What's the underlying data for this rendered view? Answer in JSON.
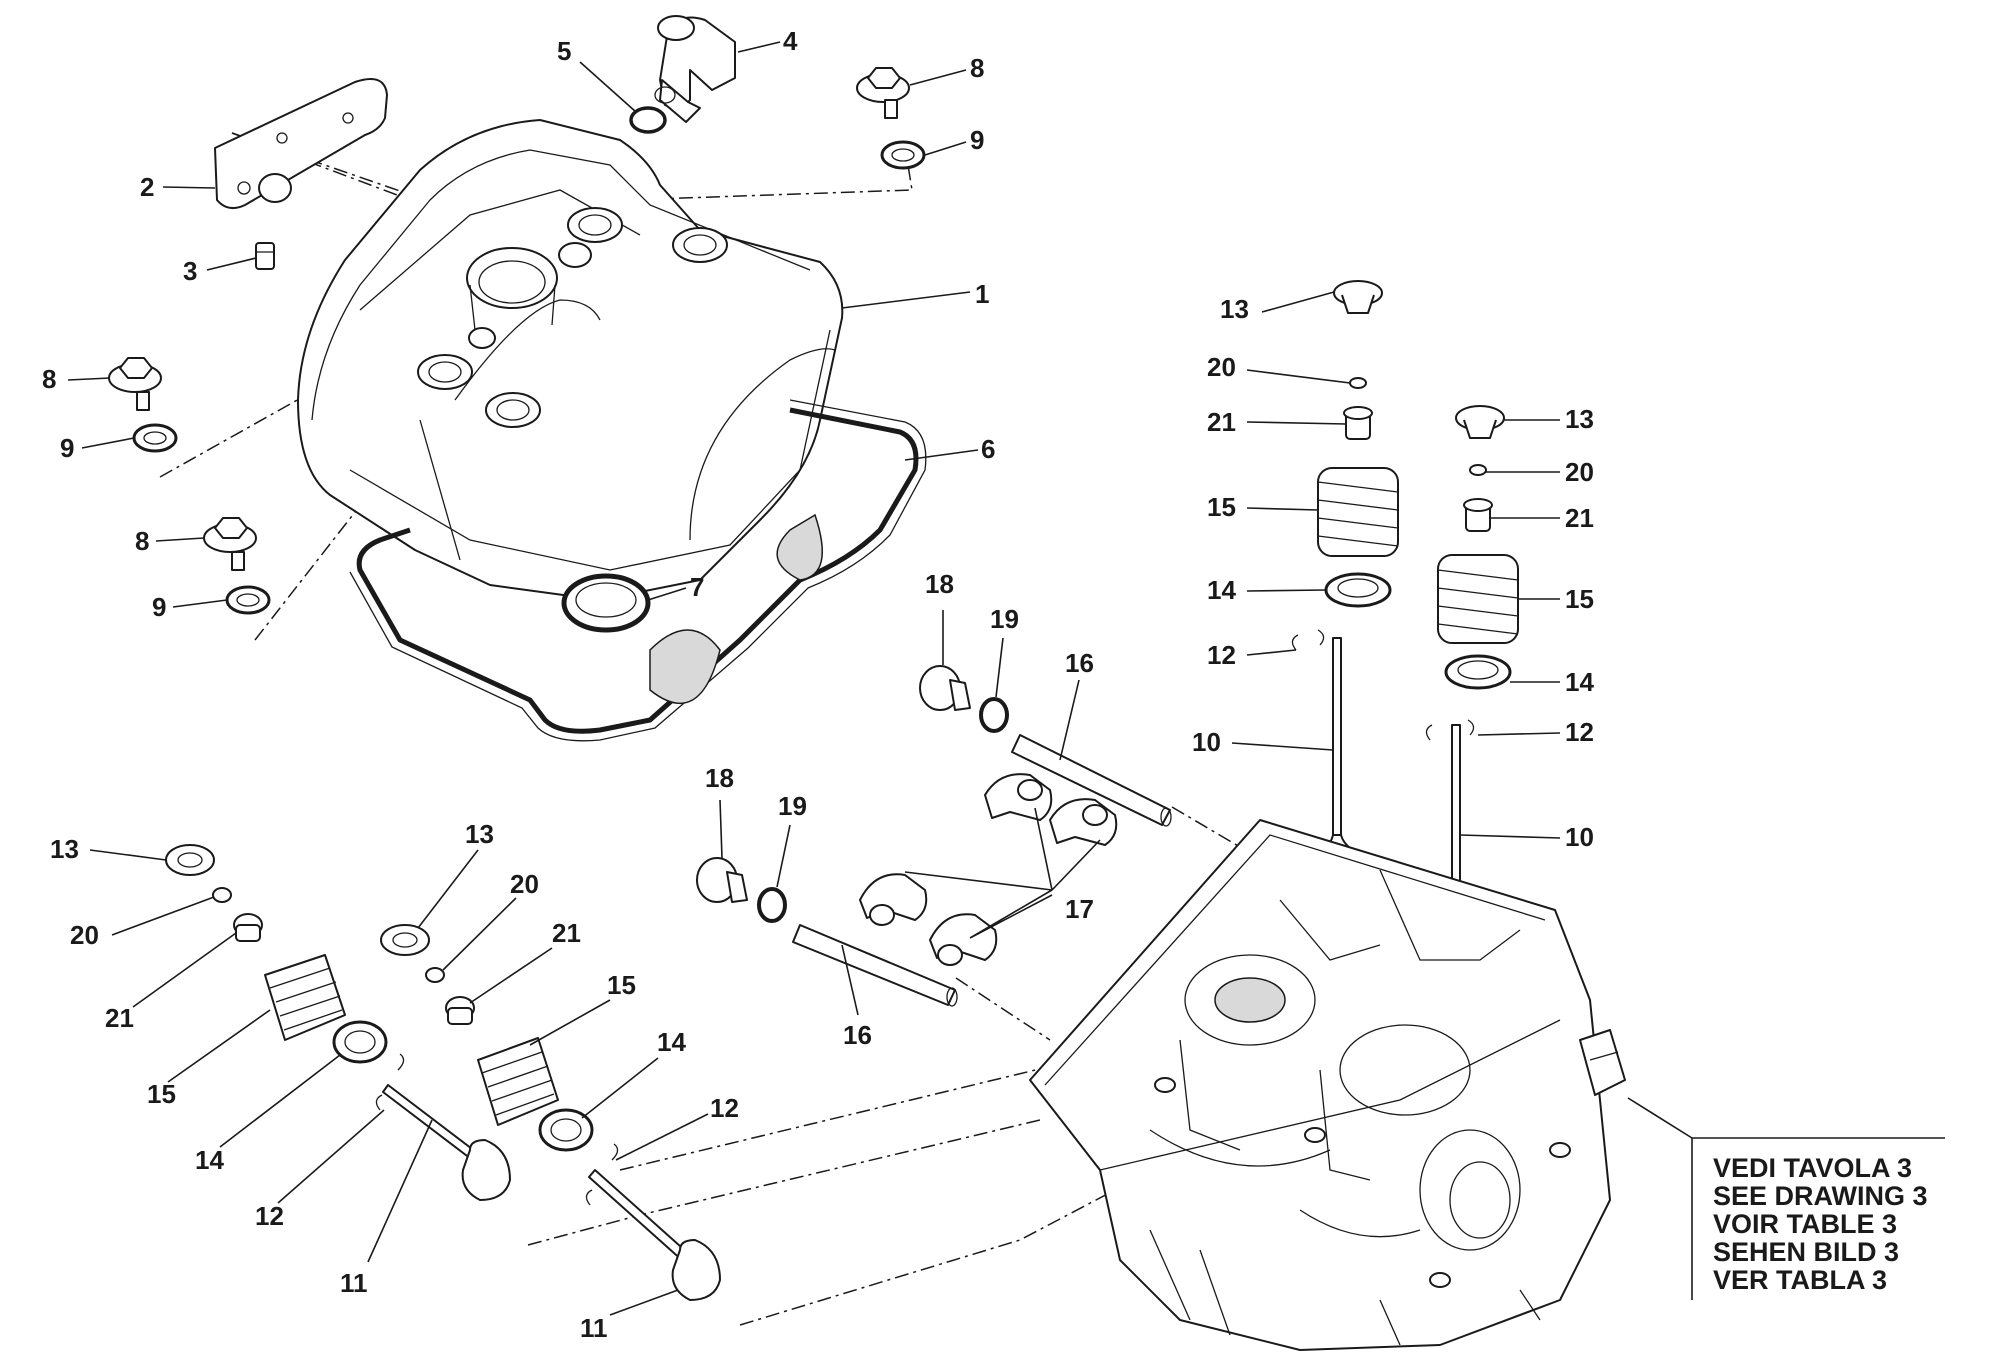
{
  "callouts": [
    {
      "id": "c1",
      "text": "1"
    },
    {
      "id": "c2",
      "text": "2"
    },
    {
      "id": "c3",
      "text": "3"
    },
    {
      "id": "c4",
      "text": "4"
    },
    {
      "id": "c5",
      "text": "5"
    },
    {
      "id": "c6",
      "text": "6"
    },
    {
      "id": "c7",
      "text": "7"
    },
    {
      "id": "c8a",
      "text": "8"
    },
    {
      "id": "c8b",
      "text": "8"
    },
    {
      "id": "c8c",
      "text": "8"
    },
    {
      "id": "c9a",
      "text": "9"
    },
    {
      "id": "c9b",
      "text": "9"
    },
    {
      "id": "c9c",
      "text": "9"
    },
    {
      "id": "c13a",
      "text": "13"
    },
    {
      "id": "c20a",
      "text": "20"
    },
    {
      "id": "c21a",
      "text": "21"
    },
    {
      "id": "c15a",
      "text": "15"
    },
    {
      "id": "c14a",
      "text": "14"
    },
    {
      "id": "c12a",
      "text": "12"
    },
    {
      "id": "c10a",
      "text": "10"
    },
    {
      "id": "c13b",
      "text": "13"
    },
    {
      "id": "c20b",
      "text": "20"
    },
    {
      "id": "c21b",
      "text": "21"
    },
    {
      "id": "c15b",
      "text": "15"
    },
    {
      "id": "c14b",
      "text": "14"
    },
    {
      "id": "c12b",
      "text": "12"
    },
    {
      "id": "c10b",
      "text": "10"
    },
    {
      "id": "c18a",
      "text": "18"
    },
    {
      "id": "c19a",
      "text": "19"
    },
    {
      "id": "c16a",
      "text": "16"
    },
    {
      "id": "c18b",
      "text": "18"
    },
    {
      "id": "c19b",
      "text": "19"
    },
    {
      "id": "c16b",
      "text": "16"
    },
    {
      "id": "c17",
      "text": "17"
    },
    {
      "id": "c13c",
      "text": "13"
    },
    {
      "id": "c20c",
      "text": "20"
    },
    {
      "id": "c21c",
      "text": "21"
    },
    {
      "id": "c15c",
      "text": "15"
    },
    {
      "id": "c14c",
      "text": "14"
    },
    {
      "id": "c12c",
      "text": "12"
    },
    {
      "id": "c11a",
      "text": "11"
    },
    {
      "id": "c13d",
      "text": "13"
    },
    {
      "id": "c20d",
      "text": "20"
    },
    {
      "id": "c21d",
      "text": "21"
    },
    {
      "id": "c15d",
      "text": "15"
    },
    {
      "id": "c14d",
      "text": "14"
    },
    {
      "id": "c12d",
      "text": "12"
    },
    {
      "id": "c11b",
      "text": "11"
    }
  ],
  "note": {
    "lines": [
      "VEDI TAVOLA 3",
      "SEE DRAWING 3",
      "VOIR TABLE 3",
      "SEHEN BILD 3",
      "VER TABLA 3"
    ]
  }
}
